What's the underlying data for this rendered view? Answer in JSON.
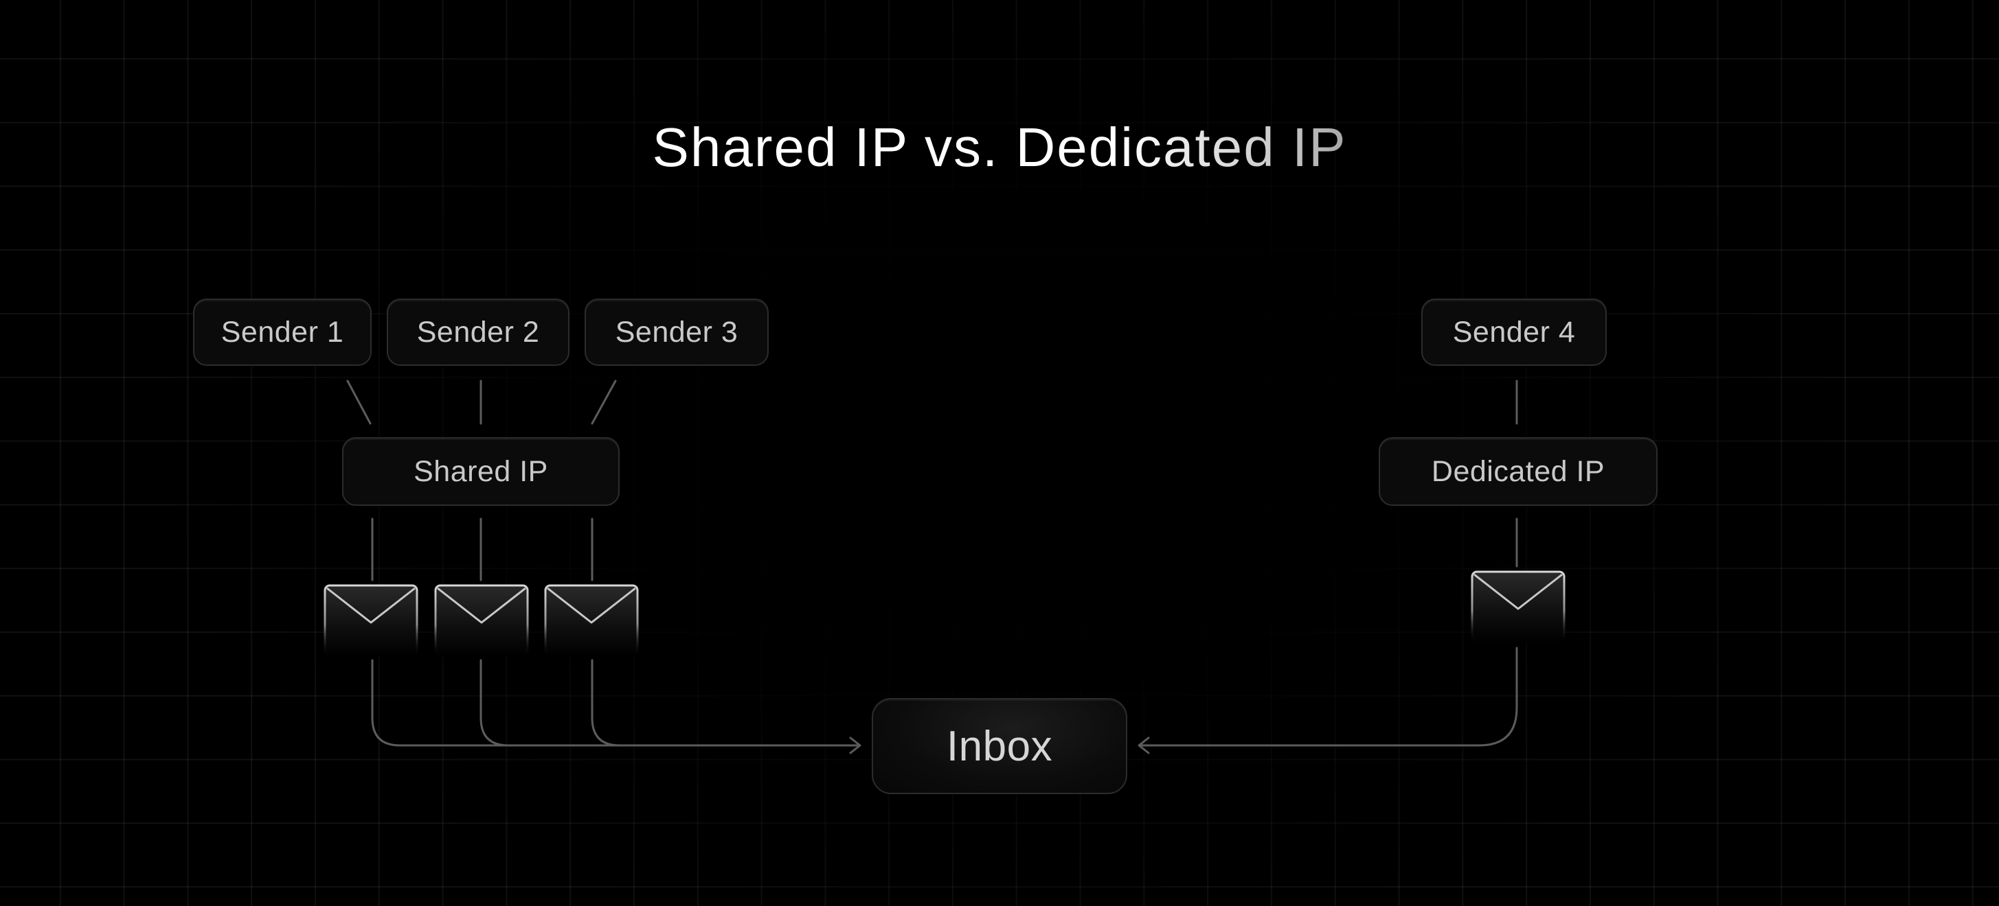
{
  "title": "Shared IP vs. Dedicated IP",
  "nodes": {
    "sender_1": "Sender 1",
    "sender_2": "Sender 2",
    "sender_3": "Sender 3",
    "sender_4": "Sender 4",
    "shared_ip": "Shared IP",
    "dedicated_ip": "Dedicated IP",
    "inbox": "Inbox"
  },
  "icons": {
    "message": "envelope-icon",
    "arrow": "arrow-head-icon"
  },
  "colors": {
    "background": "#000000",
    "grid": "#1a1a1a",
    "node_border": "#2c2c2c",
    "node_fill": "#0b0b0b",
    "connector": "#5c5c5c",
    "text": "#c9c9c9",
    "title": "#ffffff"
  }
}
